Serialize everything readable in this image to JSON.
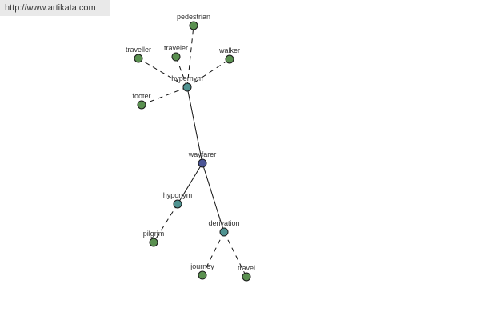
{
  "header": {
    "url": "http://www.artikata.com"
  },
  "colors": {
    "center": "#4b5596",
    "relation": "#4f9391",
    "word": "#5a9050"
  },
  "graph": {
    "nodes": [
      {
        "id": "wayfarer",
        "label": "wayfarer",
        "kind": "center"
      },
      {
        "id": "hypernym",
        "label": "hypernym",
        "kind": "relation"
      },
      {
        "id": "hyponym",
        "label": "hyponym",
        "kind": "relation"
      },
      {
        "id": "derivation",
        "label": "derivation",
        "kind": "relation"
      },
      {
        "id": "pedestrian",
        "label": "pedestrian",
        "kind": "word"
      },
      {
        "id": "traveller",
        "label": "traveller",
        "kind": "word"
      },
      {
        "id": "traveler",
        "label": "traveler",
        "kind": "word"
      },
      {
        "id": "walker",
        "label": "walker",
        "kind": "word"
      },
      {
        "id": "footer",
        "label": "footer",
        "kind": "word"
      },
      {
        "id": "pilgrim",
        "label": "pilgrim",
        "kind": "word"
      },
      {
        "id": "journey",
        "label": "journey",
        "kind": "word"
      },
      {
        "id": "travel",
        "label": "travel",
        "kind": "word"
      }
    ],
    "edges": [
      {
        "from": "wayfarer",
        "to": "hypernym",
        "style": "solid"
      },
      {
        "from": "wayfarer",
        "to": "hyponym",
        "style": "solid"
      },
      {
        "from": "wayfarer",
        "to": "derivation",
        "style": "solid"
      },
      {
        "from": "hypernym",
        "to": "pedestrian",
        "style": "dashed"
      },
      {
        "from": "hypernym",
        "to": "traveller",
        "style": "dashed"
      },
      {
        "from": "hypernym",
        "to": "traveler",
        "style": "dashed"
      },
      {
        "from": "hypernym",
        "to": "walker",
        "style": "dashed"
      },
      {
        "from": "hypernym",
        "to": "footer",
        "style": "dashed"
      },
      {
        "from": "hyponym",
        "to": "pilgrim",
        "style": "dashed"
      },
      {
        "from": "derivation",
        "to": "journey",
        "style": "dashed"
      },
      {
        "from": "derivation",
        "to": "travel",
        "style": "dashed"
      }
    ]
  }
}
